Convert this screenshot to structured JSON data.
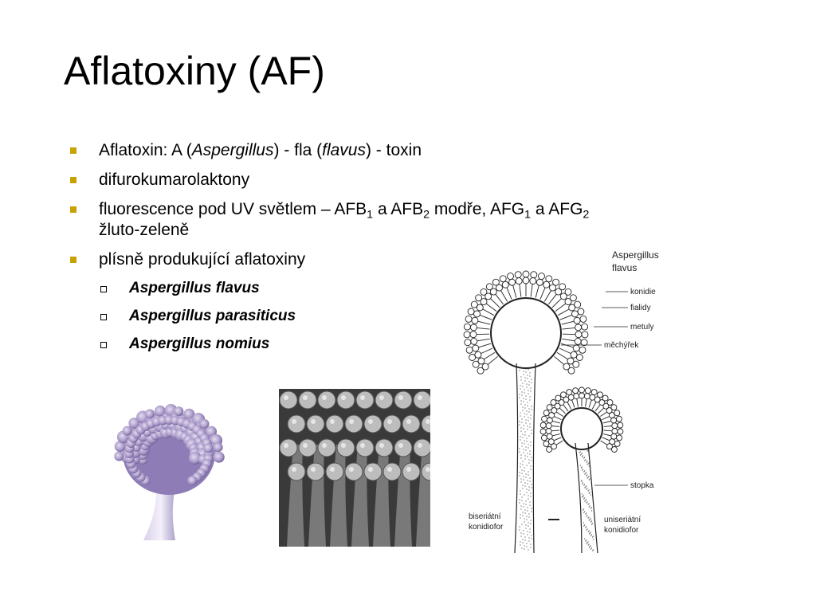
{
  "slide": {
    "title": "Aflatoxiny (AF)",
    "bullet_color": "#c8a200",
    "bullets": [
      {
        "prefix": "Aflatoxin: A (",
        "genus": "Aspergillus",
        "mid": ") - fla (",
        "species": "flavus",
        "suffix": ") - toxin"
      },
      {
        "text": "difurokumarolaktony"
      },
      {
        "text_a": "fluorescence pod UV světlem – AFB",
        "sub_1": "1",
        "text_b": " a AFB",
        "sub_2": "2",
        "text_c": " modře, AFG",
        "sub_3": "1",
        "text_d": " a AFG",
        "sub_4": "2",
        "line2": "žluto-zeleně"
      },
      {
        "text": "plísně produkující aflatoxiny"
      }
    ],
    "sub_bullets": [
      "Aspergillus flavus",
      "Aspergillus parasiticus",
      "Aspergillus nomius"
    ]
  },
  "diagram": {
    "title_line1": "Aspergillus",
    "title_line2": "flavus",
    "labels": [
      "konidie",
      "fialidy",
      "metuly",
      "měchýřek",
      "stopka"
    ],
    "left_caption_line1": "biseriátní",
    "left_caption_line2": "konidiofor",
    "right_caption_line1": "uniseriátní",
    "right_caption_line2": "konidiofor"
  },
  "images": {
    "left_photo": "purple-conidiophore-illustration",
    "middle_photo": "sem-micrograph-conidia"
  }
}
